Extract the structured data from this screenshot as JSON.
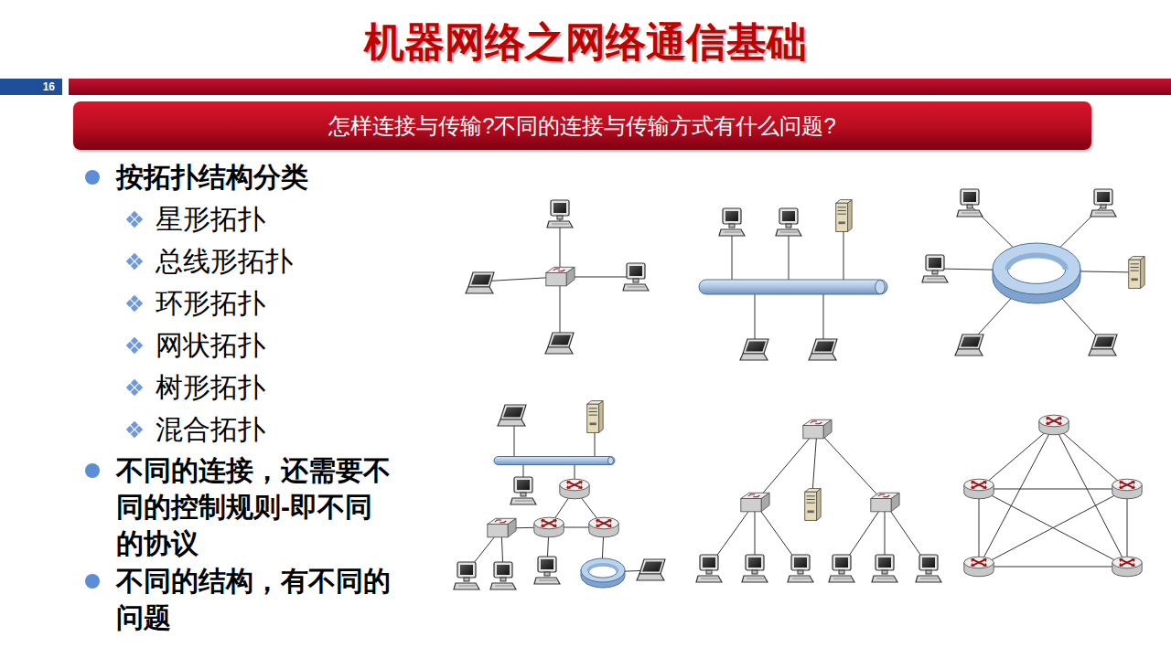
{
  "diagram": {
    "title": "机器网络之网络通信基础",
    "nodes": [
      {
        "text": [
          "16"
        ]
      },
      {
        "text": [
          "怎样连接与传输?不同的连接与传输方式有什么问题?"
        ]
      }
    ],
    "labels": [
      "按拓扑结构分类",
      "星形拓扑",
      "总线形拓扑",
      "环形拓扑",
      "网状拓扑",
      "树形拓扑",
      "混合拓扑",
      "不同的连接，还需要不同的控制规则-即不同的协议",
      "不同的结构，有不同的问题"
    ]
  }
}
